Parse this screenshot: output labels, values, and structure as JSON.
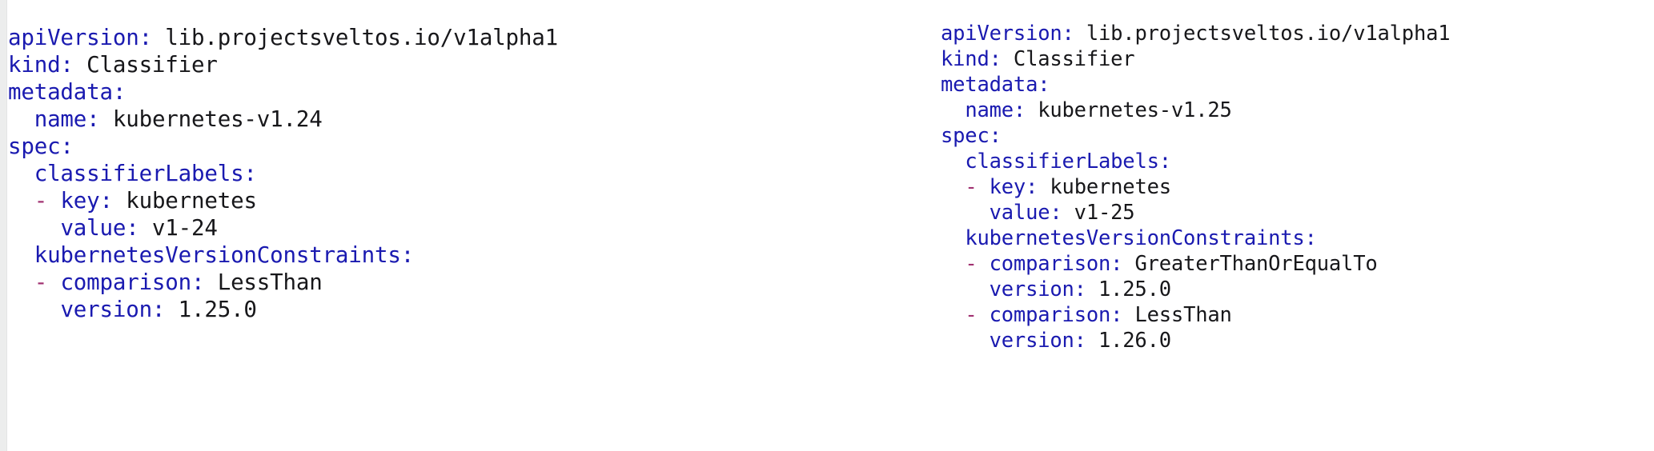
{
  "page": {
    "background": "#ffffff",
    "key_color": "#1a1ab0",
    "value_color": "#17171a",
    "dash_color": "#a03070",
    "gutter_color": "#eceded"
  },
  "snippets": [
    {
      "id": "classifier-kubernetes-v1-24",
      "lines": [
        {
          "indent": "",
          "dash": "",
          "key": "apiVersion:",
          "value": " lib.projectsveltos.io/v1alpha1"
        },
        {
          "indent": "",
          "dash": "",
          "key": "kind:",
          "value": " Classifier"
        },
        {
          "indent": "",
          "dash": "",
          "key": "metadata:",
          "value": ""
        },
        {
          "indent": "  ",
          "dash": "",
          "key": "name:",
          "value": " kubernetes-v1.24"
        },
        {
          "indent": "",
          "dash": "",
          "key": "spec:",
          "value": ""
        },
        {
          "indent": "  ",
          "dash": "",
          "key": "classifierLabels:",
          "value": ""
        },
        {
          "indent": "  ",
          "dash": "- ",
          "key": "key:",
          "value": " kubernetes"
        },
        {
          "indent": "    ",
          "dash": "",
          "key": "value:",
          "value": " v1-24"
        },
        {
          "indent": "  ",
          "dash": "",
          "key": "kubernetesVersionConstraints:",
          "value": ""
        },
        {
          "indent": "  ",
          "dash": "- ",
          "key": "comparison:",
          "value": " LessThan"
        },
        {
          "indent": "    ",
          "dash": "",
          "key": "version:",
          "value": " 1.25.0"
        }
      ]
    },
    {
      "id": "classifier-kubernetes-v1-25",
      "lines": [
        {
          "indent": "",
          "dash": "",
          "key": "apiVersion:",
          "value": " lib.projectsveltos.io/v1alpha1"
        },
        {
          "indent": "",
          "dash": "",
          "key": "kind:",
          "value": " Classifier"
        },
        {
          "indent": "",
          "dash": "",
          "key": "metadata:",
          "value": ""
        },
        {
          "indent": "  ",
          "dash": "",
          "key": "name:",
          "value": " kubernetes-v1.25"
        },
        {
          "indent": "",
          "dash": "",
          "key": "spec:",
          "value": ""
        },
        {
          "indent": "  ",
          "dash": "",
          "key": "classifierLabels:",
          "value": ""
        },
        {
          "indent": "  ",
          "dash": "- ",
          "key": "key:",
          "value": " kubernetes"
        },
        {
          "indent": "    ",
          "dash": "",
          "key": "value:",
          "value": " v1-25"
        },
        {
          "indent": "  ",
          "dash": "",
          "key": "kubernetesVersionConstraints:",
          "value": ""
        },
        {
          "indent": "  ",
          "dash": "- ",
          "key": "comparison:",
          "value": " GreaterThanOrEqualTo"
        },
        {
          "indent": "    ",
          "dash": "",
          "key": "version:",
          "value": " 1.25.0"
        },
        {
          "indent": "  ",
          "dash": "- ",
          "key": "comparison:",
          "value": " LessThan"
        },
        {
          "indent": "    ",
          "dash": "",
          "key": "version:",
          "value": " 1.26.0"
        }
      ]
    }
  ]
}
